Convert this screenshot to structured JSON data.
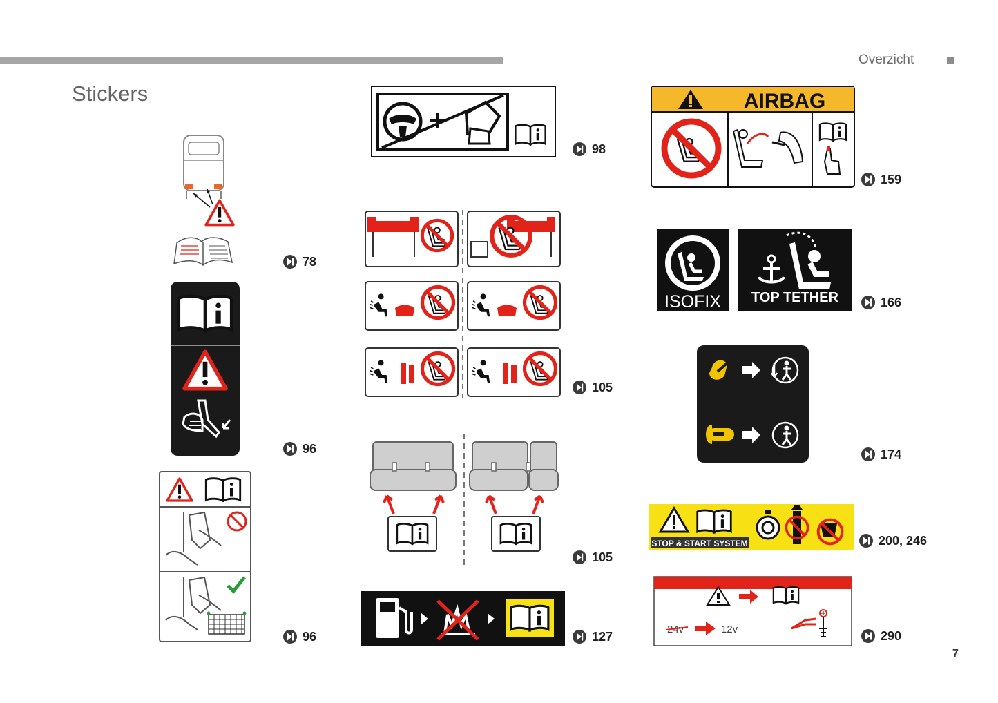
{
  "header": {
    "section": "Overzicht"
  },
  "page": {
    "title": "Stickers",
    "number": "7"
  },
  "labels": {
    "airbag": "AIRBAG",
    "isofix": "ISOFIX",
    "top_tether": "TOP TETHER",
    "stop_start": "STOP & START SYSTEM",
    "volt_from": "24v",
    "volt_to": "12v"
  },
  "refs": {
    "tow": "78",
    "seat_warn": "96",
    "seat_adjust": "96",
    "steering": "98",
    "airbag_grid": "105",
    "bench_seats": "105",
    "fuel": "127",
    "airbag": "159",
    "isofix": "166",
    "child_lock": "174",
    "stop_start": "200, 246",
    "battery": "290"
  },
  "colors": {
    "gray_bar": "#a6a6a6",
    "warning_red": "#e2231a",
    "sticker_yellow": "#f7e014",
    "airbag_header": "#f6b82b",
    "dark": "#1a1a1a"
  },
  "icons": {
    "ref": "page-reference-arrow-icon"
  }
}
